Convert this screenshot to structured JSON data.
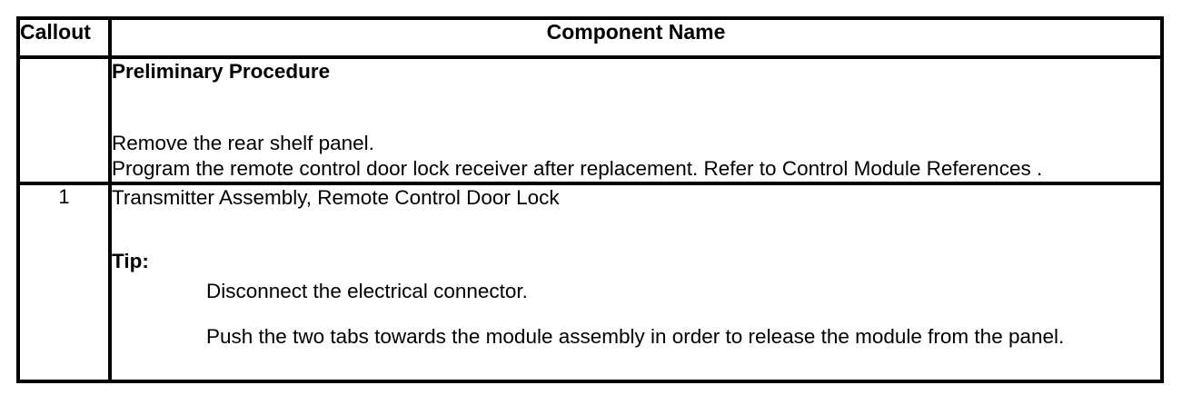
{
  "table": {
    "columns": [
      {
        "id": "callout",
        "header": "Callout"
      },
      {
        "id": "component_name",
        "header": "Component Name"
      }
    ],
    "rows": [
      {
        "type": "preliminary",
        "callout": "",
        "heading": "Preliminary Procedure",
        "lines": [
          "Remove the rear shelf panel.",
          "Program the remote control door lock receiver after replacement. Refer to Control Module References ."
        ]
      },
      {
        "type": "component",
        "callout": "1",
        "title": "Transmitter Assembly, Remote Control Door Lock",
        "tip_label": "Tip:",
        "tip_lines": [
          "Disconnect the electrical connector.",
          "Push the two tabs towards the module assembly in order to release the module from the panel."
        ]
      }
    ]
  },
  "colors": {
    "border": "#000000",
    "text": "#000000",
    "background": "#ffffff"
  }
}
